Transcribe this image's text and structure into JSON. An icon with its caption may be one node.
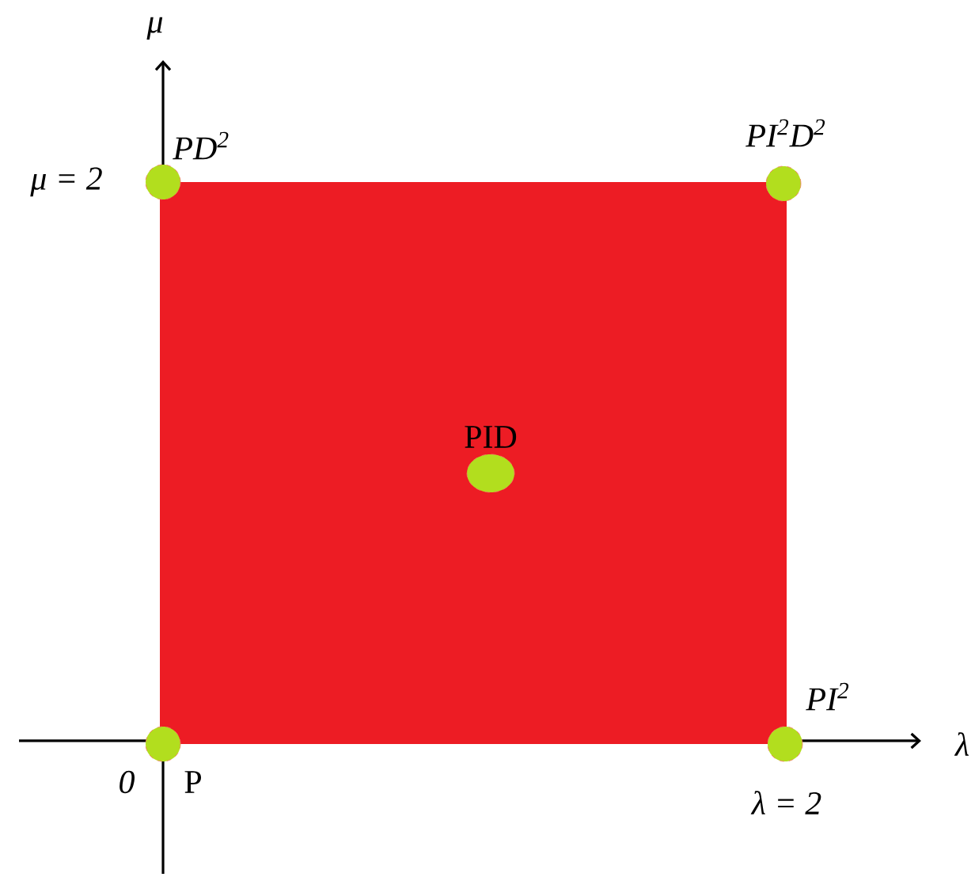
{
  "diagram": {
    "nodes": [
      {
        "text": [],
        "shape": "box"
      },
      {
        "text": [],
        "shape": "circle",
        "beside": [
          "PD$^{2}$"
        ]
      },
      {
        "text": [],
        "shape": "circle",
        "beside": [
          "PI$^{2}$D$^{2}$"
        ]
      },
      {
        "text": [],
        "shape": "circle",
        "in": 0,
        "beside": [
          "PID"
        ]
      },
      {
        "text": [],
        "shape": "circle",
        "beside": [
          "P"
        ]
      },
      {
        "text": [],
        "shape": "circle",
        "beside": [
          "PI$^{2}$"
        ]
      }
    ],
    "labels": [
      "μ",
      "μ = 2",
      "λ",
      "0",
      "λ = 2"
    ]
  }
}
